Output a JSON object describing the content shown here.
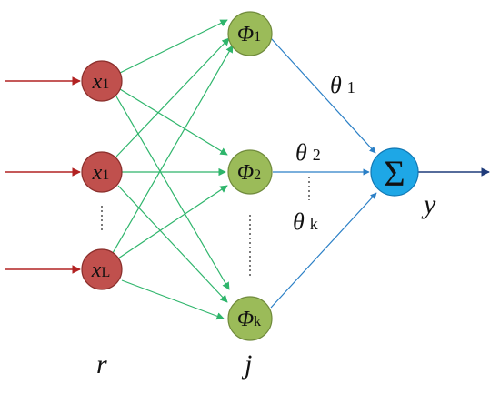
{
  "colors": {
    "input_node_fill": "#c0504d",
    "input_node_stroke": "#8b2f2c",
    "hidden_node_fill": "#9bbb59",
    "hidden_node_stroke": "#6f8a3b",
    "output_node_fill": "#1ea7e6",
    "output_node_stroke": "#1177b3",
    "input_arrow": "#b22222",
    "hidden_edge": "#2eb56b",
    "output_edge": "#2a7fc6",
    "final_arrow": "#1f3b7a",
    "text": "#111111"
  },
  "input_nodes": [
    {
      "var": "x",
      "sub": "1"
    },
    {
      "var": "x",
      "sub": "1"
    },
    {
      "var": "x",
      "sub": "L"
    }
  ],
  "hidden_nodes": [
    {
      "var": "Φ",
      "sub": "1"
    },
    {
      "var": "Φ",
      "sub": "2"
    },
    {
      "var": "Φ",
      "sub": "k"
    }
  ],
  "output_node": {
    "symbol": "Σ"
  },
  "weights": [
    {
      "sym": "θ",
      "sub": "1"
    },
    {
      "sym": "θ",
      "sub": "2"
    },
    {
      "sym": "θ",
      "sub": "k"
    }
  ],
  "output_label": "y",
  "layer_labels": {
    "input": "r",
    "hidden": "j"
  }
}
